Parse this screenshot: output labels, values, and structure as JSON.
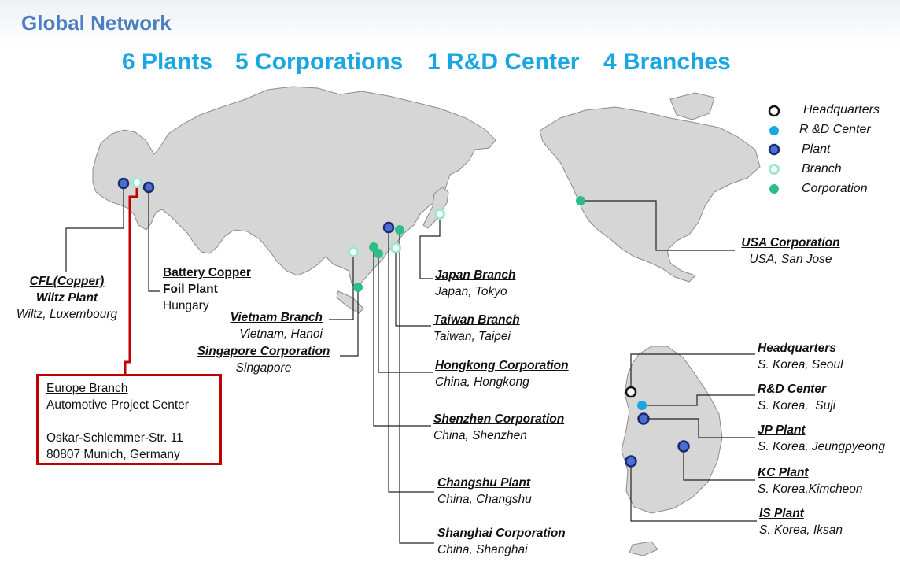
{
  "title": "Global Network",
  "headline": {
    "plants": "6 Plants",
    "corporations": "5 Corporations",
    "rnd": "1 R&D Center",
    "branches": "4 Branches"
  },
  "legend": [
    {
      "label": "Headquarters",
      "marker": "headquarters-icon"
    },
    {
      "label": "R &D Center",
      "marker": "rnd-center-icon"
    },
    {
      "label": "Plant",
      "marker": "plant-icon"
    },
    {
      "label": "Branch",
      "marker": "branch-icon"
    },
    {
      "label": "Corporation",
      "marker": "corporation-icon"
    }
  ],
  "colors": {
    "land": "#d6d6d6",
    "land_border": "#8c8c8c",
    "plant_fill": "#4a6fd0",
    "plant_border": "#1a2a6c",
    "branch": "#9de8d0",
    "corporation": "#2dbd86",
    "rnd": "#1aa7e1",
    "headquarters": "#111111",
    "europe_box": "#c00000",
    "headline": "#1aa7e1",
    "title": "#4a7fc4"
  },
  "europe": {
    "cfl": {
      "name_line1": "CFL(Copper)",
      "name_line2": "Wiltz Plant",
      "location": "Wiltz, Luxembourg"
    },
    "battery": {
      "name_line1": "Battery Copper",
      "name_line2": "Foil Plant",
      "location": "Hungary"
    },
    "branch_box": {
      "title": "Europe Branch",
      "subtitle": "Automotive Project Center",
      "address_line1": "Oskar-Schlemmer-Str. 11",
      "address_line2": "80807 Munich, Germany"
    }
  },
  "asia": {
    "vietnam": {
      "name": "Vietnam Branch",
      "location": "Vietnam, Hanoi"
    },
    "singapore": {
      "name": "Singapore Corporation",
      "location": "Singapore"
    },
    "japan": {
      "name": "Japan Branch",
      "location": "Japan, Tokyo"
    },
    "taiwan": {
      "name": "Taiwan Branch",
      "location": "Taiwan, Taipei"
    },
    "hongkong": {
      "name": "Hongkong Corporation",
      "location": "China, Hongkong"
    },
    "shenzhen": {
      "name": "Shenzhen Corporation",
      "location": "China, Shenzhen"
    },
    "changshu": {
      "name": "Changshu Plant",
      "location": "China, Changshu"
    },
    "shanghai": {
      "name": "Shanghai Corporation",
      "location": "China, Shanghai"
    }
  },
  "usa": {
    "name": "USA Corporation",
    "location": "USA, San Jose"
  },
  "korea": {
    "hq": {
      "name": "Headquarters",
      "location": "S. Korea, Seoul"
    },
    "rnd": {
      "name": "R&D Center",
      "location": "S. Korea,  Suji"
    },
    "jp": {
      "name": "JP Plant",
      "location": "S. Korea, Jeungpyeong"
    },
    "kc": {
      "name": "KC Plant",
      "location": "S. Korea,Kimcheon"
    },
    "is": {
      "name": "IS Plant",
      "location": "S. Korea, Iksan"
    }
  }
}
